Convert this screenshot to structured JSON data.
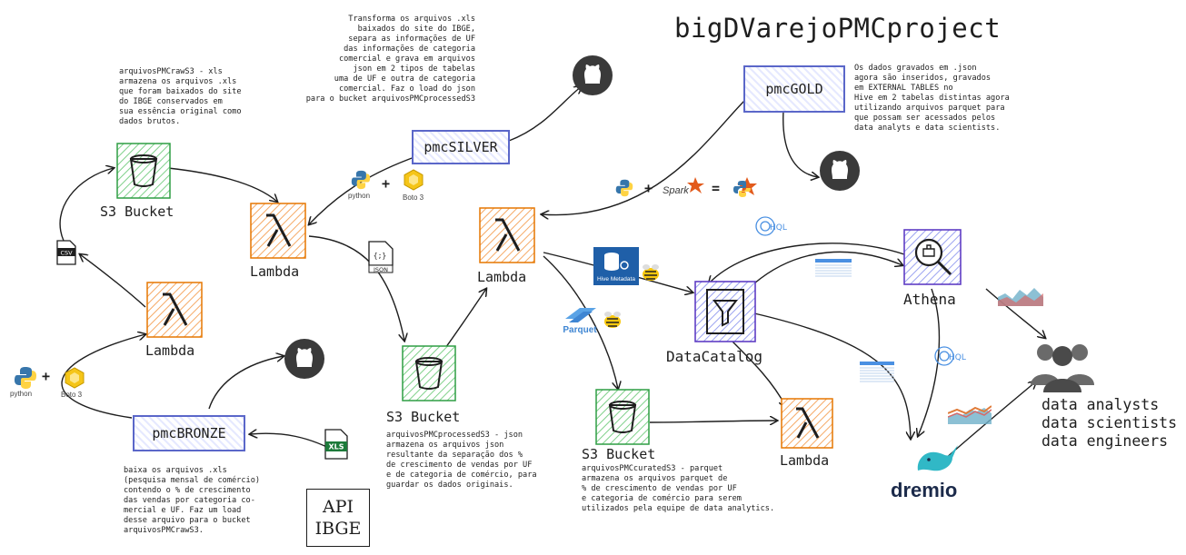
{
  "title": "bigDVarejoPMCproject",
  "labels": {
    "s3_raw": "S3 Bucket",
    "lambda_1": "Lambda",
    "lambda_2": "Lambda",
    "lambda_3": "Lambda",
    "lambda_4": "Lambda",
    "s3_processed": "S3 Bucket",
    "s3_curated": "S3 Bucket",
    "data_catalog": "DataCatalog",
    "athena": "Athena",
    "dremio": "dremio",
    "pmc_bronze": "pmcBRONZE",
    "pmc_silver": "pmcSILVER",
    "pmc_gold": "pmcGOLD",
    "api_line1": "API",
    "api_line2": "IBGE",
    "audience": "data analysts\ndata scientists\ndata engineers"
  },
  "notes": {
    "raw": "arquivosPMCrawS3 - xls\narmazena os arquivos .xls\nque foram baixados do site\ndo IBGE conservados em\nsua essência original como\ndados brutos.",
    "silver": "Transforma os arquivos .xls\nbaixados do site do IBGE,\nsepara as informações de UF\ndas informações de categoria\ncomercial e grava em arquivos\njson em 2 tipos de tabelas\numa de UF e outra de categoria\ncomercial. Faz o load do json\npara o bucket arquivosPMCprocessedS3",
    "gold": "Os dados gravados em .json\nagora são inseridos, gravados\nem EXTERNAL TABLES no\nHive em 2 tabelas distintas agora\nutilizando arquivos parquet para\nque possam ser acessados pelos\ndata analyts e data scientists.",
    "bronze": "baixa os arquivos .xls\n(pesquisa mensal de comércio)\ncontendo o % de crescimento\ndas vendas por categoria co-\nmercial e UF. Faz um load\ndesse arquivo para o bucket\narquivosPMCrawS3.",
    "processed": "arquivosPMCprocessedS3 - json\narmazena os arquivos json\nresultante da separação dos %\nde crescimento de vendas por UF\ne de categoria de comércio, para\nguardar os dados originais.",
    "curated": "arquivosPMCcuratedS3 - parquet\narmazena os arquivos parquet de\n% de crescimento de vendas por UF\ne categoria de comércio para serem\nutilizados pela equipe de data analytics."
  },
  "badges": {
    "csv": "CSV",
    "json": "JSON",
    "xls": "XLS",
    "python": "python",
    "boto3": "Boto 3",
    "spark": "Spark",
    "hql": "HQL",
    "hive_metadata": "Hive Metadata",
    "parquet": "Parquet",
    "plus": "+",
    "equals": "="
  },
  "colors": {
    "lambda_fill": "#fbd1a8",
    "lambda_stroke": "#e67700",
    "s3_fill": "#c8ebc8",
    "s3_stroke": "#2f9e44",
    "catalog_fill": "#d0d4ff",
    "catalog_stroke": "#5f3dc4",
    "athena_fill": "#d0d4ff",
    "box_stroke": "#5b67c9",
    "github": "#3a3a3a",
    "python_blue": "#3776ab",
    "python_yellow": "#ffd343",
    "boto_yellow": "#f5c518",
    "spark_orange": "#e25a1c",
    "xls_green": "#1d7a3a",
    "hql_blue": "#4a90e2",
    "dremio_teal": "#31b8c6",
    "dremio_text": "#1b2a4a",
    "people": "#555555"
  },
  "icons": [
    "github-icon",
    "python-icon",
    "boto3-icon",
    "spark-icon",
    "hive-icon",
    "parquet-icon",
    "athena-magnifier-icon",
    "data-catalog-filter-icon",
    "dremio-narwhal-icon",
    "people-group-icon",
    "table-thumbnail-icon",
    "area-chart-icon",
    "json-file-icon",
    "csv-file-icon",
    "xls-file-icon"
  ]
}
